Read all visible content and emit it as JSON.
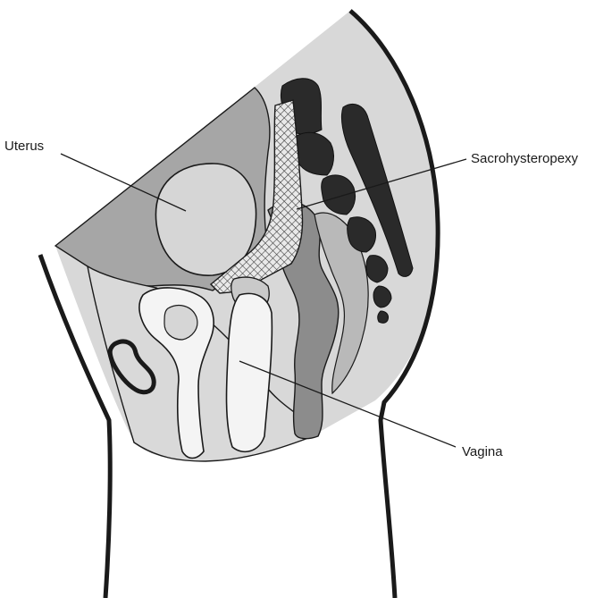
{
  "labels": {
    "uterus": "Uterus",
    "sacrohysteropexy": "Sacrohysteropexy",
    "vagina": "Vagina"
  },
  "colors": {
    "outline": "#1a1a1a",
    "light_tissue": "#d9d9d9",
    "medium_tissue": "#a3a3a3",
    "dark_tissue": "#7f7f7f",
    "bone": "#2a2a2a",
    "white_organ": "#f4f4f4",
    "mesh": "#e6e6e6"
  }
}
